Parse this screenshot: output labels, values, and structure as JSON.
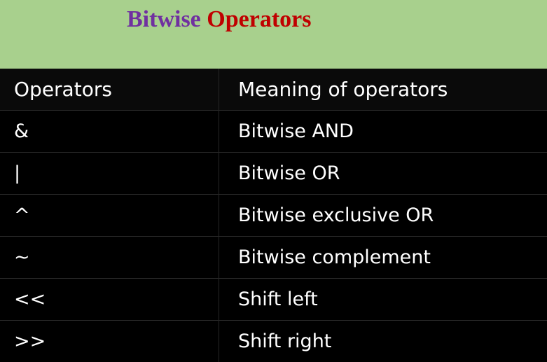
{
  "title": {
    "word1": "Bitwise",
    "word2": "Operators",
    "word1_color": "#7030a0",
    "word2_color": "#c00000"
  },
  "table": {
    "headers": [
      "Operators",
      "Meaning of operators"
    ],
    "rows": [
      [
        "&",
        "Bitwise AND"
      ],
      [
        "|",
        "Bitwise OR"
      ],
      [
        "^",
        "Bitwise exclusive OR"
      ],
      [
        "~",
        "Bitwise complement"
      ],
      [
        "<<",
        "Shift left"
      ],
      [
        ">>",
        "Shift right"
      ]
    ]
  },
  "colors": {
    "page_background": "#a8d08d",
    "table_background": "#000000",
    "table_text": "#ffffff"
  }
}
